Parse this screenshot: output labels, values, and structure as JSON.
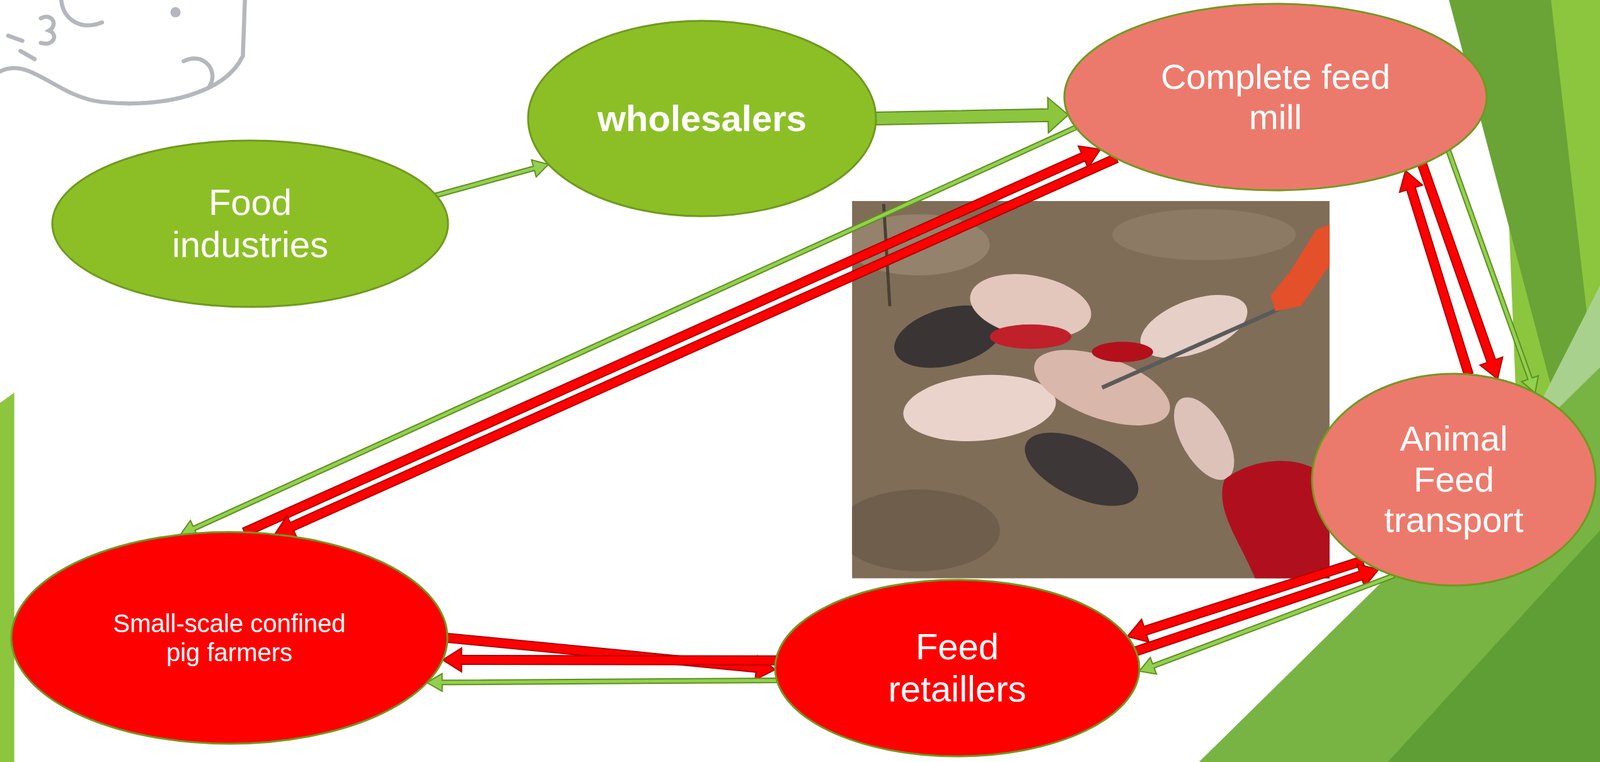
{
  "diagram": {
    "nodes": [
      {
        "text": [
          "Food industries"
        ]
      },
      {
        "text": [
          "wholesalers"
        ]
      },
      {
        "text": [
          "Complete feed mill"
        ]
      },
      {
        "text": [
          "Animal Feed transport"
        ]
      },
      {
        "text": [
          "Feed retaillers"
        ]
      },
      {
        "text": [
          "Small-scale confined pig farmers"
        ]
      }
    ],
    "edges": [
      {
        "from": 0,
        "to": 1,
        "arrow": "to"
      },
      {
        "from": 1,
        "to": 2,
        "arrow": "to"
      },
      {
        "from": 2,
        "to": 5,
        "arrow": "to"
      },
      {
        "from": 5,
        "to": 2,
        "arrow": "to"
      },
      {
        "from": 2,
        "to": 5,
        "arrow": "to"
      },
      {
        "from": 3,
        "to": 2,
        "arrow": "to"
      },
      {
        "from": 2,
        "to": 3,
        "arrow": "to"
      },
      {
        "from": 2,
        "to": 3,
        "arrow": "to"
      },
      {
        "from": 3,
        "to": 4,
        "arrow": "to"
      },
      {
        "from": 4,
        "to": 3,
        "arrow": "to"
      },
      {
        "from": 3,
        "to": 4,
        "arrow": "to"
      },
      {
        "from": 5,
        "to": 4,
        "arrow": "to"
      },
      {
        "from": 4,
        "to": 5,
        "arrow": "to"
      },
      {
        "from": 4,
        "to": 5,
        "arrow": "to"
      }
    ]
  }
}
